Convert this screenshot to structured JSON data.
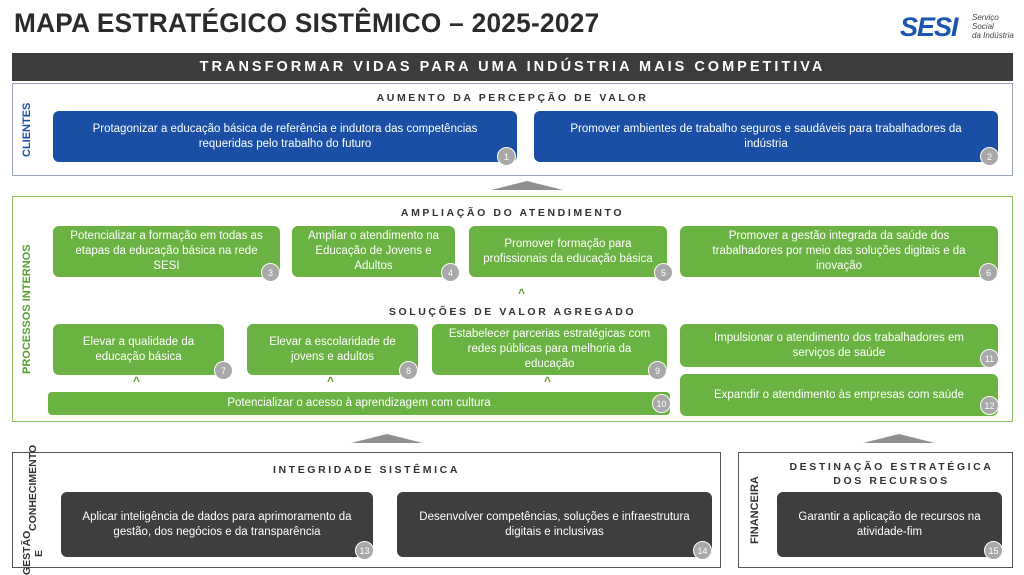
{
  "header": {
    "title": "MAPA ESTRATÉGICO SISTÊMICO – 2025-2027",
    "logo": {
      "mark": "SESI",
      "lines": [
        "Serviço",
        "Social",
        "da Indústria"
      ]
    }
  },
  "banner": "TRANSFORMAR VIDAS PARA UMA INDÚSTRIA MAIS COMPETITIVA",
  "clientes": {
    "label": "CLIENTES",
    "heading": "AUMENTO DA PERCEPÇÃO DE VALOR",
    "objectives": [
      {
        "num": "1",
        "text": "Protagonizar a educação básica de referência e indutora das competências requeridas pelo trabalho do futuro"
      },
      {
        "num": "2",
        "text": "Promover ambientes de trabalho seguros e saudáveis para trabalhadores da indústria"
      }
    ]
  },
  "processos": {
    "label": "PROCESSOS INTERNOS",
    "heading_1": "AMPLIAÇÃO DO ATENDIMENTO",
    "heading_2": "SOLUÇÕES DE VALOR AGREGADO",
    "objectives": [
      {
        "num": "3",
        "text": "Potencializar a formação em todas as etapas da educação básica na rede SESI"
      },
      {
        "num": "4",
        "text": "Ampliar o atendimento na Educação de Jovens e Adultos"
      },
      {
        "num": "5",
        "text": "Promover formação para profissionais da educação básica"
      },
      {
        "num": "6",
        "text": "Promover a gestão integrada da saúde dos trabalhadores por meio das soluções digitais e da inovação"
      },
      {
        "num": "7",
        "text": "Elevar a qualidade da educação básica"
      },
      {
        "num": "8",
        "text": "Elevar a escolaridade de jovens e adultos"
      },
      {
        "num": "9",
        "text": "Estabelecer parcerias estratégicas com redes públicas para melhoria da educação"
      },
      {
        "num": "10",
        "text": "Potencializar o acesso à aprendizagem com cultura"
      },
      {
        "num": "11",
        "text": "Impulsionar o atendimento dos trabalhadores em serviços de saúde"
      },
      {
        "num": "12",
        "text": "Expandir o atendimento às empresas com saúde"
      }
    ]
  },
  "gestao": {
    "label_line1": "GESTÃO E",
    "label_line2": "CONHECIMENTO",
    "heading": "INTEGRIDADE SISTÊMICA",
    "objectives": [
      {
        "num": "13",
        "text": "Aplicar inteligência de dados para aprimoramento da gestão, dos negócios e da transparência"
      },
      {
        "num": "14",
        "text": "Desenvolver competências, soluções e infraestrutura digitais e inclusivas"
      }
    ]
  },
  "financeira": {
    "label": "FINANCEIRA",
    "heading_line1": "DESTINAÇÃO ESTRATÉGICA",
    "heading_line2": "DOS RECURSOS",
    "objectives": [
      {
        "num": "15",
        "text": "Garantir a aplicação de recursos na atividade-fim"
      }
    ]
  },
  "colors": {
    "blue": "#1b4fa5",
    "green": "#6ab343",
    "dark": "#3e3e3e",
    "banner": "#3c3c3c"
  }
}
